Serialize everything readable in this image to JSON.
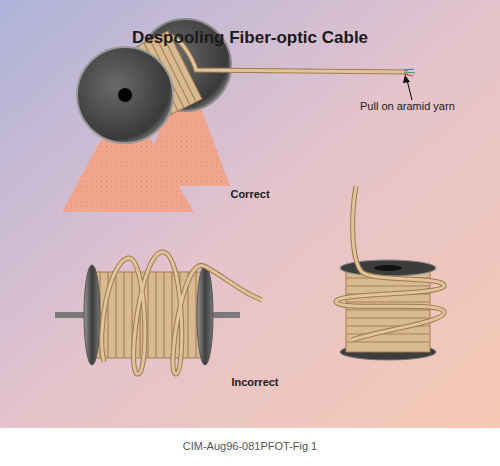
{
  "diagram": {
    "title": "Despooling Fiber-optic Cable",
    "caption": "CIM-Aug96-081PFOT-Fig 1",
    "labels": [
      "Pull on aramid yarn",
      "Correct",
      "Incorrect"
    ]
  }
}
